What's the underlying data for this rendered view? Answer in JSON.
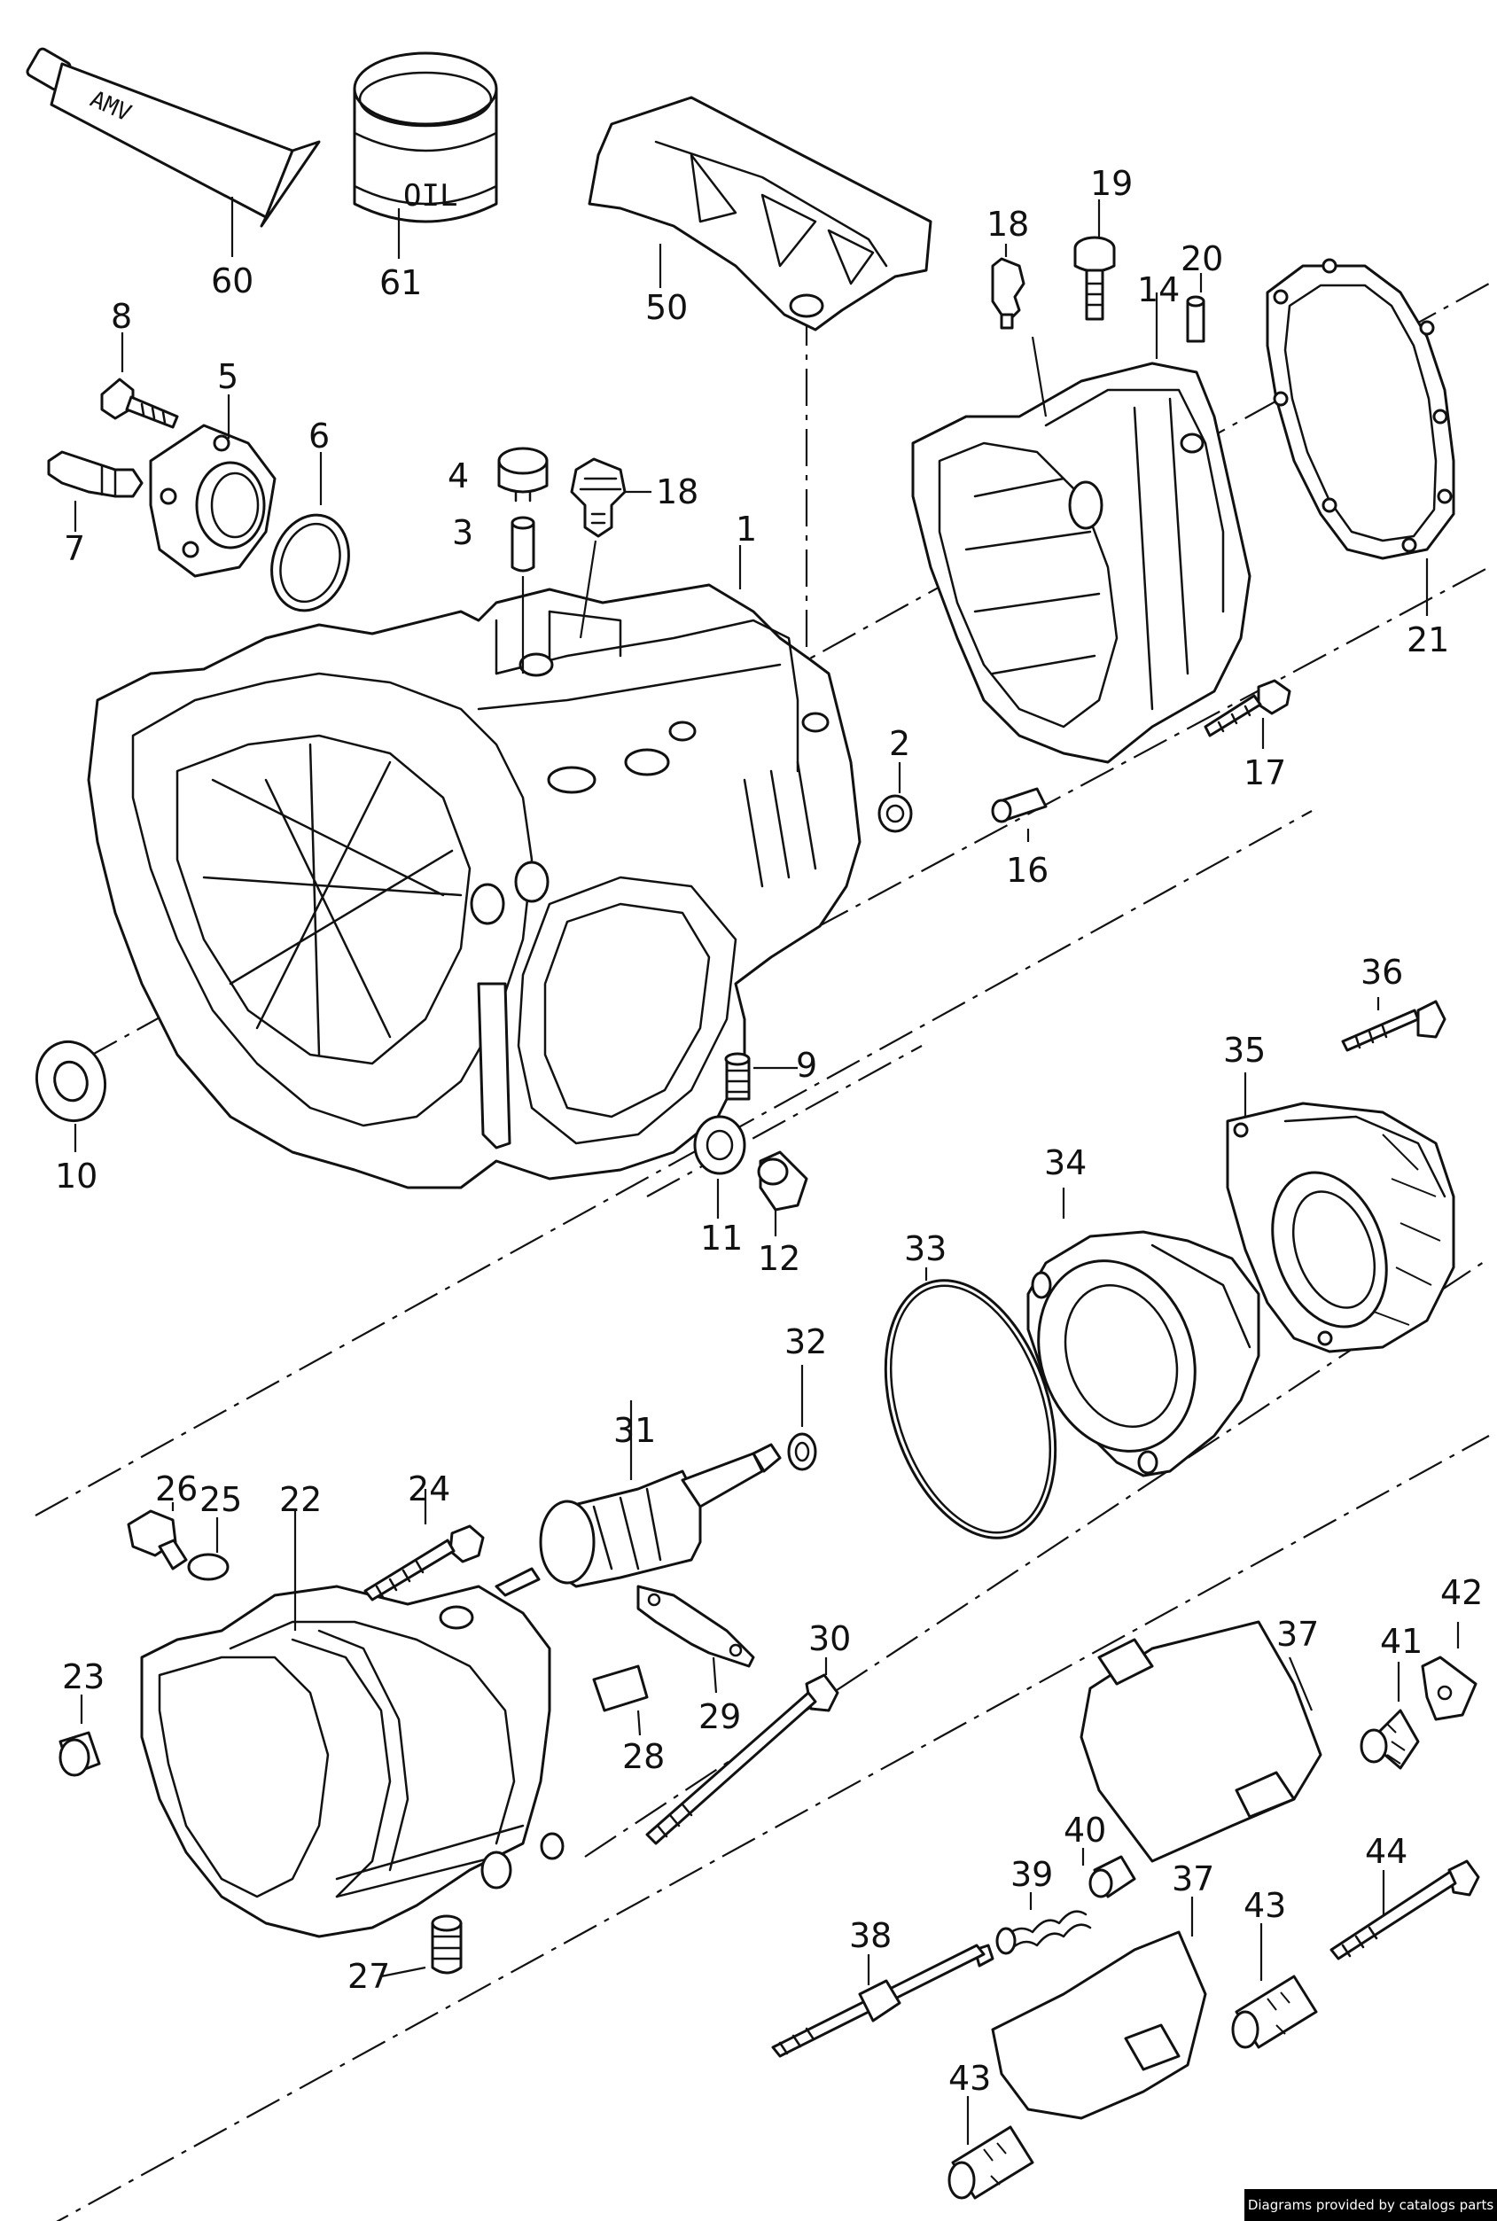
{
  "labels": {
    "p1": "1",
    "p2": "2",
    "p3": "3",
    "p4": "4",
    "p5": "5",
    "p6": "6",
    "p7": "7",
    "p8": "8",
    "p9": "9",
    "p10": "10",
    "p11": "11",
    "p12": "12",
    "p14": "14",
    "p16": "16",
    "p17": "17",
    "p18a": "18",
    "p18b": "18",
    "p19": "19",
    "p20": "20",
    "p21": "21",
    "p22": "22",
    "p23": "23",
    "p24": "24",
    "p25": "25",
    "p26": "26",
    "p27": "27",
    "p28": "28",
    "p29": "29",
    "p30": "30",
    "p31": "31",
    "p32": "32",
    "p33": "33",
    "p34": "34",
    "p35": "35",
    "p36": "36",
    "p37a": "37",
    "p37b": "37",
    "p38": "38",
    "p39": "39",
    "p40": "40",
    "p41": "41",
    "p42": "42",
    "p43a": "43",
    "p43b": "43",
    "p44": "44",
    "p50": "50",
    "p60": "60",
    "p61": "61"
  },
  "tube_text": "AMV",
  "can_text": "OIL",
  "credit": "Diagrams provided by catalogs parts"
}
